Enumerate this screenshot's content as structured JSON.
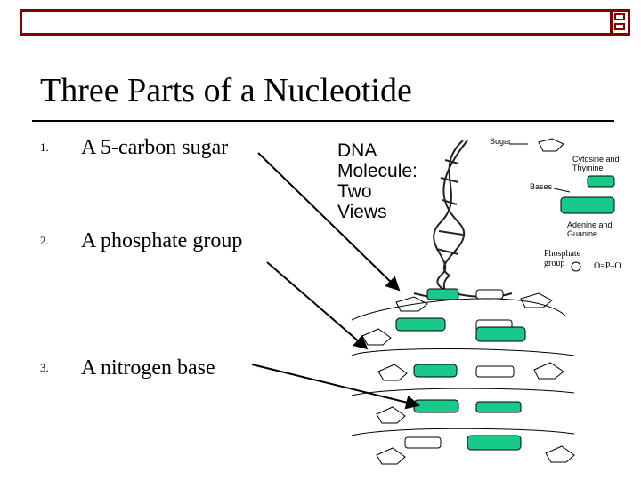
{
  "slide": {
    "title": "Three Parts of a Nucleotide",
    "items": [
      {
        "number": "1.",
        "text": "A 5-carbon sugar"
      },
      {
        "number": "2.",
        "text": "A phosphate group"
      },
      {
        "number": "3.",
        "text": "A nitrogen base"
      }
    ]
  },
  "diagram": {
    "heading_lines": [
      "DNA",
      "Molecule:",
      "Two",
      "Views"
    ],
    "legend": {
      "sugar": "Sugar",
      "cytosine_thymine": [
        "Cytosine and",
        "Thymine"
      ],
      "bases": "Bases",
      "adenine_guanine": [
        "Adenine and",
        "Guanine"
      ],
      "phosphate": [
        "Phosphate",
        "group"
      ]
    }
  },
  "colors": {
    "accent": "#800000",
    "base_green": "#19c98a"
  }
}
